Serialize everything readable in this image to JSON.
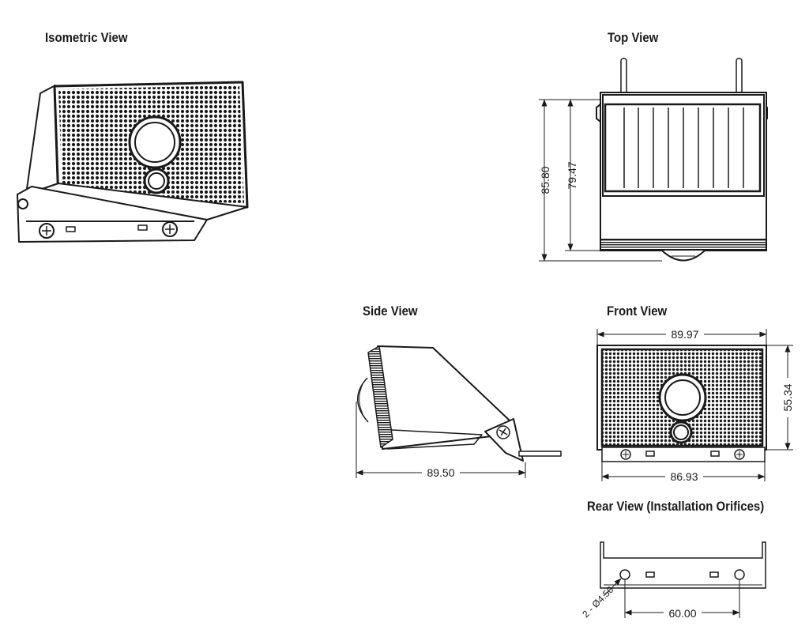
{
  "views": {
    "isometric": "Isometric View",
    "top": "Top View",
    "side": "Side View",
    "front": "Front View",
    "rear": "Rear View (Installation Orifices)"
  },
  "dimensions": {
    "top_overall_height": "85.80",
    "top_body_height": "79.47",
    "side_depth": "89.50",
    "front_width_top": "89.97",
    "front_height": "55.34",
    "front_width_bottom": "86.93",
    "rear_hole_spacing": "60.00",
    "rear_hole_diameter": "2 - Ø4.50"
  },
  "colors": {
    "line": "#1a1a1a",
    "background": "#ffffff"
  }
}
